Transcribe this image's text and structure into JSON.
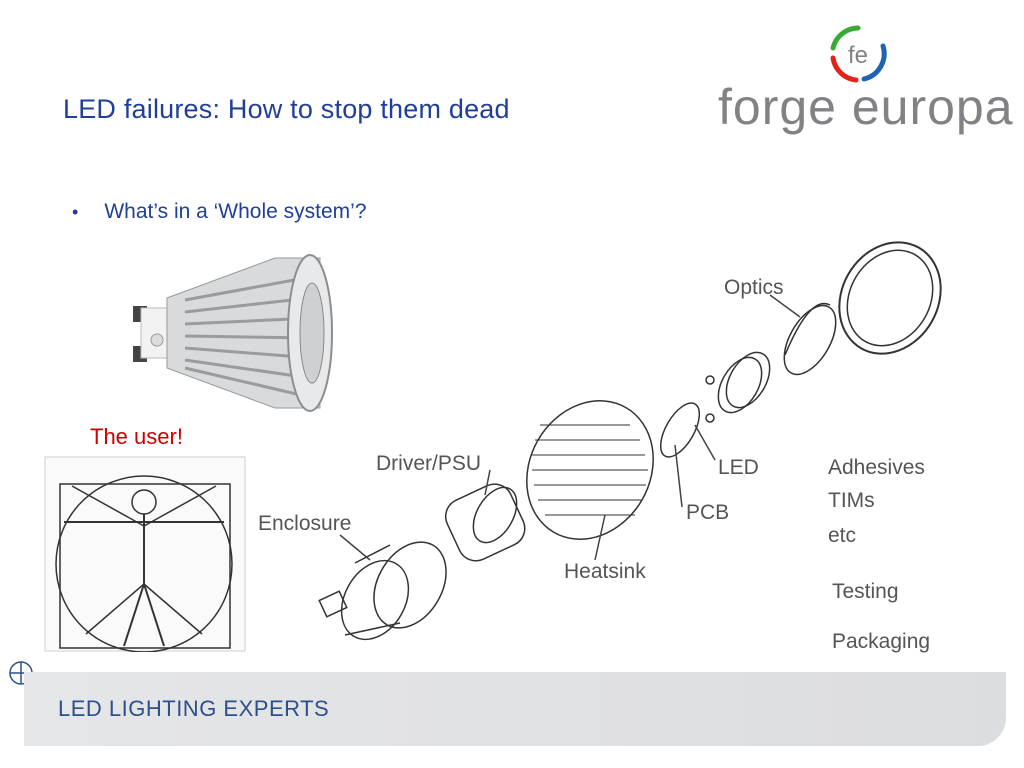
{
  "slide": {
    "title": "LED failures: How to stop them dead",
    "bullet": "What’s in a ‘Whole system’?",
    "user_label": "The user!"
  },
  "logo": {
    "mark_text": "fe",
    "brand_text": "forge europa",
    "colors": {
      "green": "#3aa935",
      "red": "#e2231a",
      "blue": "#1e63b5",
      "text": "#808285"
    }
  },
  "components": {
    "optics": "Optics",
    "driver": "Driver/PSU",
    "enclosure": "Enclosure",
    "heatsink": "Heatsink",
    "led": "LED",
    "pcb": "PCB",
    "extras": [
      "Adhesives",
      "TIMs",
      "etc"
    ],
    "testing": "Testing",
    "packaging": "Packaging"
  },
  "footer": {
    "text": "LED LIGHTING EXPERTS"
  },
  "colors": {
    "title": "#1f3f99",
    "accent_red": "#cc0000",
    "footer_bg": "#e0e1e3"
  }
}
